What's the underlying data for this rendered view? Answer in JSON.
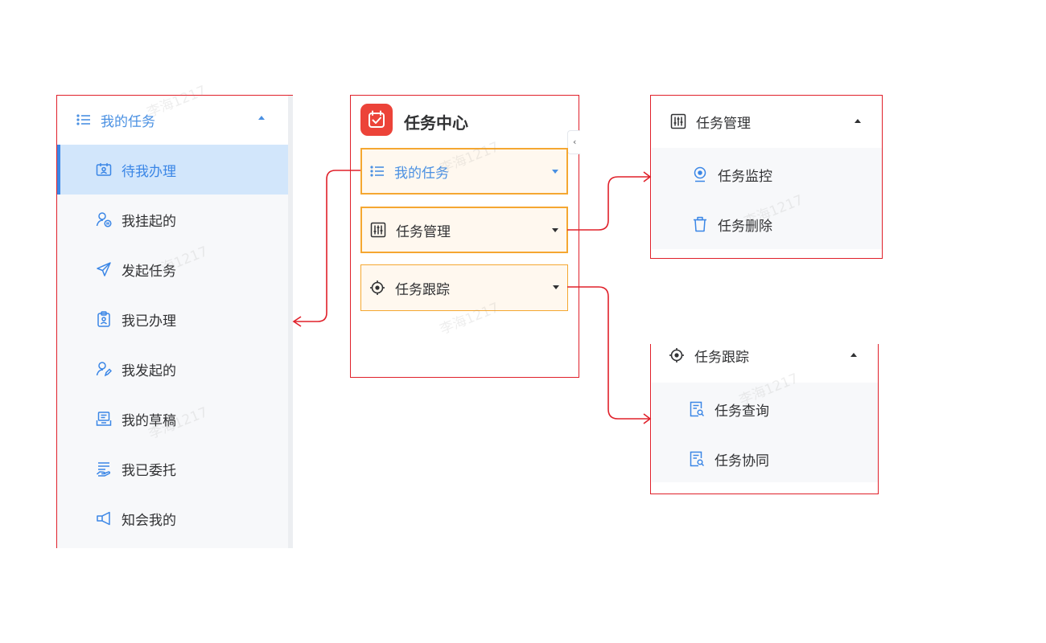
{
  "left_menu": {
    "header": {
      "label": "我的任务",
      "icon": "list-icon"
    },
    "items": [
      {
        "label": "待我办理",
        "icon": "calendar-user-icon",
        "active": true
      },
      {
        "label": "我挂起的",
        "icon": "user-pause-icon"
      },
      {
        "label": "发起任务",
        "icon": "send-icon"
      },
      {
        "label": "我已办理",
        "icon": "clipboard-user-icon"
      },
      {
        "label": "我发起的",
        "icon": "user-edit-icon"
      },
      {
        "label": "我的草稿",
        "icon": "draft-icon"
      },
      {
        "label": "我已委托",
        "icon": "hand-delegate-icon"
      },
      {
        "label": "知会我的",
        "icon": "megaphone-icon"
      }
    ]
  },
  "center_menu": {
    "app_title": "任务中心",
    "items": [
      {
        "label": "我的任务",
        "icon": "list-icon"
      },
      {
        "label": "任务管理",
        "icon": "sliders-icon"
      },
      {
        "label": "任务跟踪",
        "icon": "target-icon"
      }
    ]
  },
  "management_popup": {
    "header": "任务管理",
    "items": [
      {
        "label": "任务监控",
        "icon": "monitor-icon"
      },
      {
        "label": "任务删除",
        "icon": "trash-icon"
      }
    ]
  },
  "tracking_popup": {
    "header": "任务跟踪",
    "items": [
      {
        "label": "任务查询",
        "icon": "doc-search-icon"
      },
      {
        "label": "任务协同",
        "icon": "doc-search-icon"
      }
    ]
  },
  "watermark": "李海1217",
  "colors": {
    "accent_blue": "#3a86e6",
    "highlight_border": "#f5a731",
    "highlight_bg": "#fff8ef",
    "active_bg": "#d2e6fb",
    "connector_red": "#e0202a",
    "logo_red": "#ec4339"
  }
}
